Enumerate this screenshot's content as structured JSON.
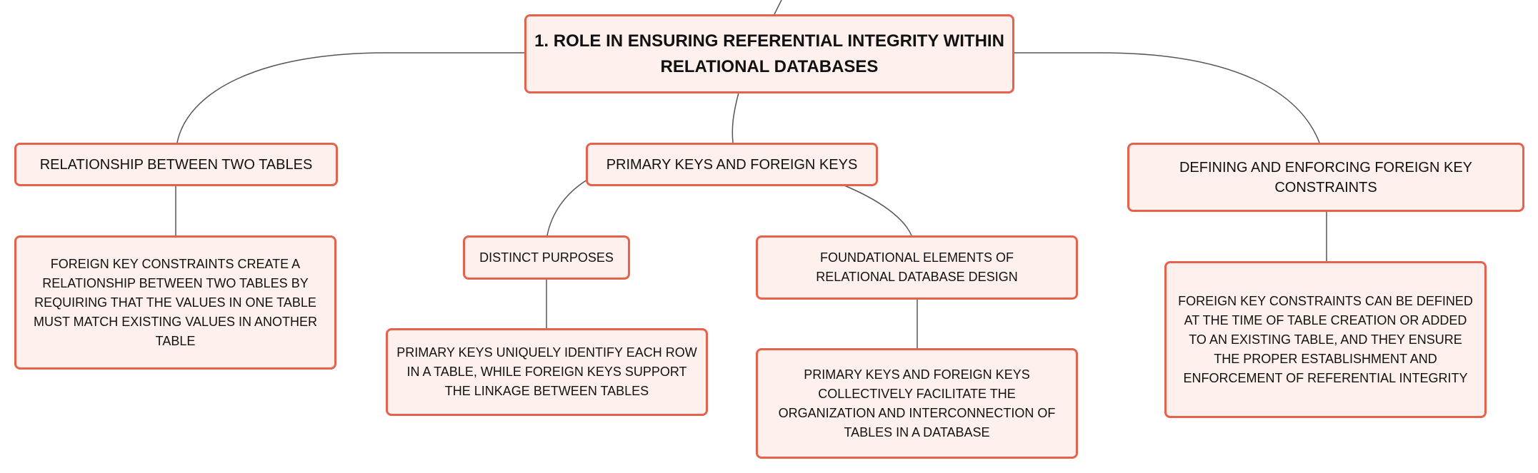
{
  "colors": {
    "node_fill": "#fef0ec",
    "node_border": "#e5634d",
    "connector": "#555555",
    "text": "#111111"
  },
  "mindmap": {
    "root": "1. ROLE IN ENSURING REFERENTIAL INTEGRITY WITHIN RELATIONAL DATABASES",
    "branch_relationship": {
      "title": "RELATIONSHIP BETWEEN TWO TABLES",
      "detail": "FOREIGN KEY CONSTRAINTS CREATE A RELATIONSHIP BETWEEN TWO TABLES BY REQUIRING THAT THE VALUES IN ONE TABLE MUST MATCH EXISTING VALUES IN ANOTHER TABLE"
    },
    "branch_keys": {
      "title": "PRIMARY KEYS AND FOREIGN KEYS",
      "distinct": {
        "title": "DISTINCT PURPOSES",
        "detail": "PRIMARY KEYS UNIQUELY IDENTIFY EACH ROW IN A TABLE, WHILE FOREIGN KEYS SUPPORT THE LINKAGE BETWEEN TABLES"
      },
      "foundational": {
        "title": "FOUNDATIONAL ELEMENTS OF RELATIONAL DATABASE DESIGN",
        "detail": "PRIMARY KEYS AND FOREIGN KEYS COLLECTIVELY FACILITATE THE ORGANIZATION AND INTERCONNECTION OF TABLES IN A DATABASE"
      }
    },
    "branch_constraints": {
      "title": "DEFINING AND ENFORCING FOREIGN KEY CONSTRAINTS",
      "detail": "FOREIGN KEY CONSTRAINTS CAN BE DEFINED AT THE TIME OF TABLE CREATION OR ADDED TO AN EXISTING TABLE, AND THEY ENSURE THE PROPER ESTABLISHMENT AND ENFORCEMENT OF REFERENTIAL INTEGRITY"
    }
  }
}
